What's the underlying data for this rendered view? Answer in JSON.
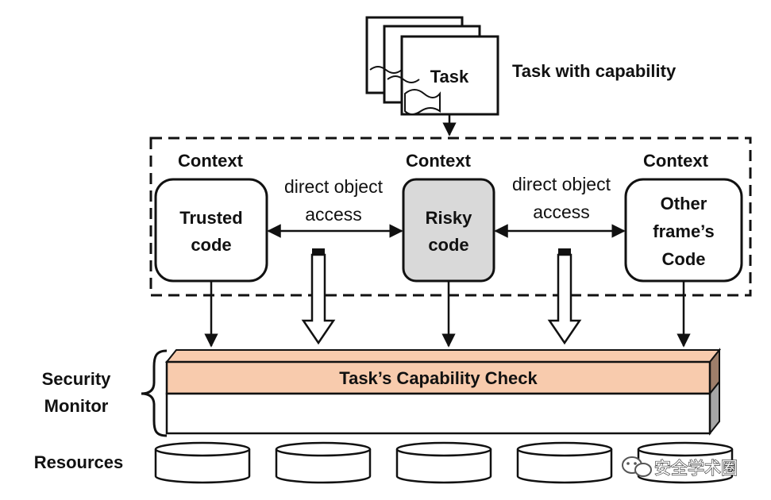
{
  "task": {
    "doc_label": "Task",
    "caption": "Task with capability"
  },
  "contexts": [
    {
      "header": "Context",
      "lines": [
        "Trusted",
        "code"
      ],
      "fill": "#ffffff"
    },
    {
      "header": "Context",
      "lines": [
        "Risky",
        "code"
      ],
      "fill": "#d9d9d9"
    },
    {
      "header": "Context",
      "lines": [
        "Other",
        "frame’s",
        "Code"
      ],
      "fill": "#ffffff"
    }
  ],
  "access_labels": [
    {
      "line1": "direct object",
      "line2": "access"
    },
    {
      "line1": "direct object",
      "line2": "access"
    }
  ],
  "monitor": {
    "brace_label_line1": "Security",
    "brace_label_line2": "Monitor",
    "check_label": "Task’s Capability Check",
    "check_color": "#f8cbad"
  },
  "resources": {
    "label": "Resources",
    "count": 5
  },
  "watermark": {
    "text": "安全学术圈"
  }
}
